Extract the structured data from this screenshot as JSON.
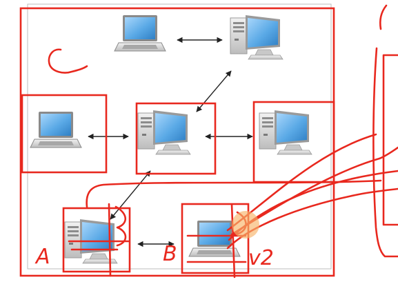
{
  "canvas": {
    "colors": {
      "ink": "#e8281e",
      "frame": "#9a9a9a",
      "screen": "#5aa9e6",
      "tower": "#d9d9d9",
      "connector": "#222222"
    }
  },
  "devices": [
    {
      "id": "laptop-top",
      "type": "laptop"
    },
    {
      "id": "pc-top-right",
      "type": "desktop"
    },
    {
      "id": "laptop-left",
      "type": "laptop"
    },
    {
      "id": "pc-center",
      "type": "desktop"
    },
    {
      "id": "pc-right",
      "type": "desktop"
    },
    {
      "id": "pc-bottom-left",
      "type": "desktop"
    },
    {
      "id": "laptop-bottom",
      "type": "laptop"
    }
  ],
  "annotations": {
    "label_c": "C",
    "label_a": "A",
    "label_b": "B",
    "label_v2": "v2"
  }
}
